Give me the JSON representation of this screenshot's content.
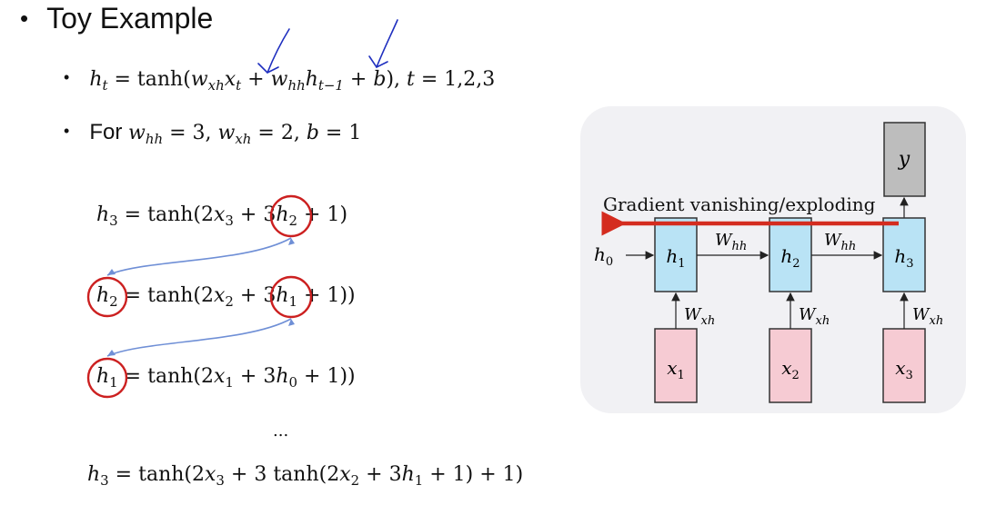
{
  "slide": {
    "title": "Toy Example",
    "bullet_1": {
      "lhs": "h",
      "lhs_sub": "t",
      "rhs_1": "= tanh(",
      "w1": "w",
      "w1_sub": "xh",
      "x": "x",
      "x_sub": "t",
      "plus1": " + ",
      "w2": "w",
      "w2_sub": "hh",
      "h": "h",
      "h_sub": "t−1",
      "rhs_2": " + ",
      "b": "b",
      "rhs_3": "), ",
      "t": "t",
      "rhs_4": " = 1,2,3"
    },
    "bullet_2": {
      "prefix": "For ",
      "w_hh": "w",
      "w_hh_sub": "hh",
      "eq1": " = 3, ",
      "w_xh": "w",
      "w_xh_sub": "xh",
      "eq2": " = 2, ",
      "b": "b",
      "eq3": " = 1"
    },
    "eq_h3": {
      "lhs": "h",
      "sub": "3",
      "rhs_a": " = tanh(2",
      "x": "x",
      "x_sub": "3",
      "rhs_b": " + 3",
      "hh": "h",
      "hh_sub": "2",
      "rhs_c": " + 1)"
    },
    "eq_h2": {
      "lhs": "h",
      "sub": "2",
      "rhs_a": " = tanh(2",
      "x": "x",
      "x_sub": "2",
      "rhs_b": " + 3",
      "hh": "h",
      "hh_sub": "1",
      "rhs_c": " + 1))"
    },
    "eq_h1": {
      "lhs": "h",
      "sub": "1",
      "rhs_a": " = tanh(2",
      "x": "x",
      "x_sub": "1",
      "rhs_b": " + 3",
      "hh": "h",
      "hh_sub": "0",
      "rhs_c": " + 1))"
    },
    "ellipsis": "...",
    "eq_final": {
      "lhs": "h",
      "sub": "3",
      "a": " = tanh(2",
      "x3": "x",
      "x3_sub": "3",
      "b": " + 3 tanh(2",
      "x2": "x",
      "x2_sub": "2",
      "c": " + 3",
      "h1": "h",
      "h1_sub": "1",
      "d": " + 1) + 1)"
    }
  },
  "diagram": {
    "banner": "Gradient vanishing/exploding",
    "output_node": "y",
    "initial_state": {
      "base": "h",
      "sub": "0"
    },
    "hidden_nodes": [
      {
        "base": "h",
        "sub": "1"
      },
      {
        "base": "h",
        "sub": "2"
      },
      {
        "base": "h",
        "sub": "3"
      }
    ],
    "input_nodes": [
      {
        "base": "x",
        "sub": "1"
      },
      {
        "base": "x",
        "sub": "2"
      },
      {
        "base": "x",
        "sub": "3"
      }
    ],
    "recurrent_weight": {
      "base": "W",
      "sub": "hh"
    },
    "input_weight": {
      "base": "W",
      "sub": "xh"
    }
  },
  "colors": {
    "hidden_fill": "#b9e3f5",
    "input_fill": "#f6cbd3",
    "output_fill": "#bdbdbd",
    "gradient_arrow": "#d42c1f",
    "annotation_red": "#cc2020",
    "annotation_blue": "#6f8fd6",
    "pen_blue": "#1f2fbf"
  }
}
